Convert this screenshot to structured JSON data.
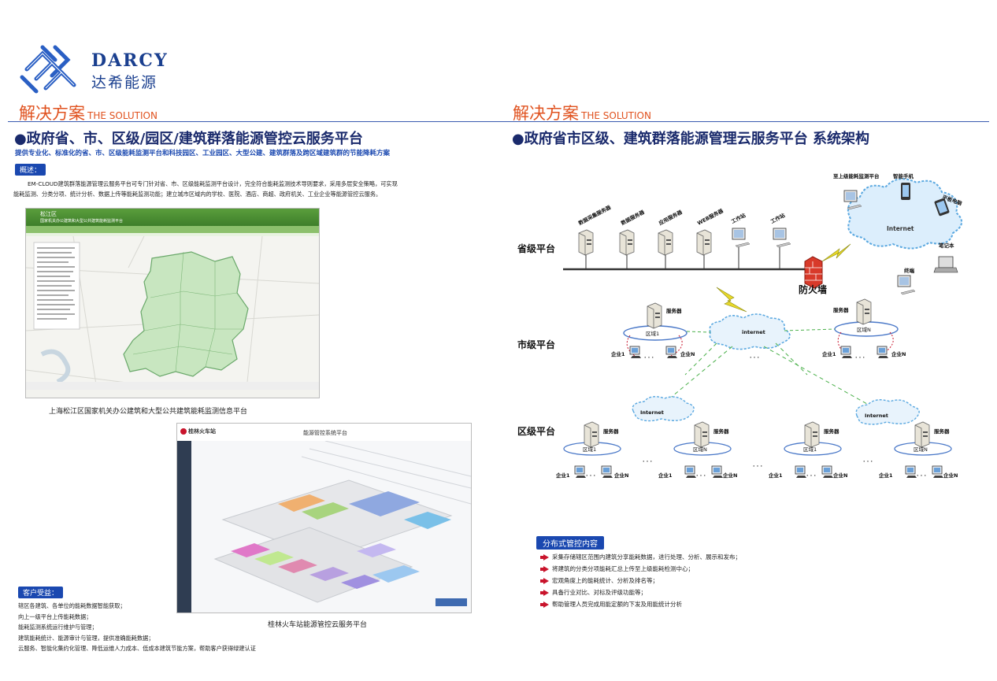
{
  "logo": {
    "name_en": "DARCY",
    "name_cn": "达希能源"
  },
  "left": {
    "section_cn": "解决方案",
    "section_en": "THE SOLUTION",
    "title": "●政府省、市、区级/园区/建筑群落能源管控云服务平台",
    "subtitle": "提供专业化、标准化的省、市、区级能耗监测平台和科技园区、工业园区、大型公建、建筑群落及跨区域建筑群的节能降耗方案",
    "overview_tag": "概述：",
    "overview_line1": "EM-CLOUD建筑群落能源管理云服务平台可专门针对省、市、区级能耗监测平台设计，完全符合能耗监测技术导则要求，采用多层安全策略，可实现",
    "overview_line2": "能耗监测、分类分项、统计分析、数据上传等能耗监测功能；建立城市区域内的学校、医院、酒店、商超、政府机关、工业企业等能源管控云服务。",
    "shot1": {
      "district": "松江区",
      "system_title": "国家机关办公建筑和大型公共建筑能耗监测平台",
      "caption": "上海松江区国家机关办公建筑和大型公共建筑能耗监测信息平台"
    },
    "shot2": {
      "station": "桂林火车站",
      "system_title": "能源管控系统平台",
      "caption": "桂林火车站能源管控云服务平台"
    },
    "benefit_tag": "客户受益：",
    "benefits": [
      "辖区各建筑、各单位的能耗数据智能获取；",
      "向上一级平台上传能耗数据；",
      "能耗监测系统运行维护与管理；",
      "建筑能耗统计、能源审计与管理，提供准确能耗数据；",
      "云服务、智能化集约化管理、降低运维人力成本、低成本建筑节能方案，帮助客户获得绿建认证"
    ]
  },
  "right": {
    "section_cn": "解决方案",
    "section_en": "THE SOLUTION",
    "title": "●政府省市区级、建筑群落能源管理云服务平台 系统架构",
    "levels": {
      "province": "省级平台",
      "city": "市级平台",
      "district": "区级平台"
    },
    "province_servers": [
      "数据采集服务器",
      "数据服务器",
      "应用服务器",
      "WEB服务器",
      "工作站",
      "工作站"
    ],
    "firewall": "防火墙",
    "cloud_devices": {
      "upper": "至上级能耗监测平台",
      "phone": "智能手机",
      "tablet": "平板电脑",
      "laptop": "笔记本",
      "terminal": "终端"
    },
    "internet_big": "Internet",
    "internet_small": "internet",
    "internet_mid": "Internet",
    "server": "服务器",
    "area1": "区域1",
    "areaN": "区域N",
    "ent1": "企业1",
    "entN": "企业N",
    "dots": "· · ·",
    "func_tag": "分布式管控内容",
    "functions": [
      "采集存储辖区范围内建筑分享能耗数据，进行处理、分析、展示和发布；",
      "将建筑的分类分项能耗汇总上传至上级能耗检测中心；",
      "宏观角度上的能耗统计、分析及排名等；",
      "具备行业对比、对标及评级功能等；",
      "帮助管理人员完成用能定额的下发及用能统计分析"
    ]
  }
}
